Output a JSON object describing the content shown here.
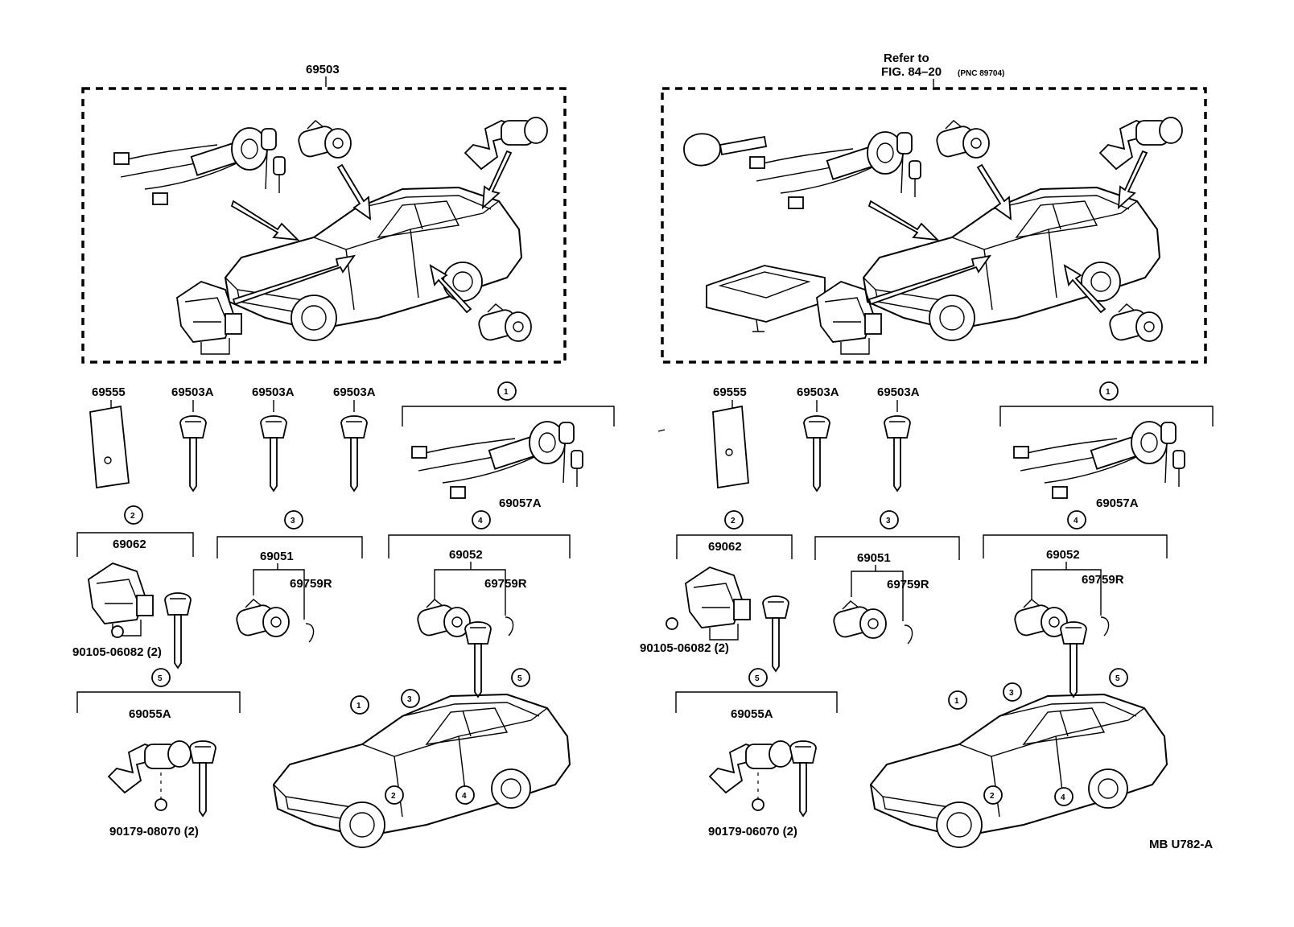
{
  "left": {
    "assembly_label": "69503",
    "labels": {
      "p69555": "69555",
      "p69503A_1": "69503A",
      "p69503A_2": "69503A",
      "p69503A_3": "69503A",
      "p69057A": "69057A",
      "p69062": "69062",
      "p69051": "69051",
      "p69759R_3": "69759R",
      "p69052": "69052",
      "p69759R_4": "69759R",
      "p90105": "90105-06082 (2)",
      "p69055A": "69055A",
      "p90179": "90179-08070 (2)"
    },
    "callouts": {
      "c1": "1",
      "c2": "2",
      "c3": "3",
      "c4": "4",
      "c5": "5",
      "car1": "1",
      "car2": "2",
      "car3": "3",
      "car4": "4",
      "car5": "5"
    }
  },
  "right": {
    "refer_line1": "Refer to",
    "refer_line2": "FIG. 84–20",
    "refer_pnc": "(PNC 89704)",
    "labels": {
      "p69555": "69555",
      "p69503A_1": "69503A",
      "p69503A_2": "69503A",
      "p69057A": "69057A",
      "p69062": "69062",
      "p69051": "69051",
      "p69759R_3": "69759R",
      "p69052": "69052",
      "p69759R_4": "69759R",
      "p90105": "90105-06082 (2)",
      "p69055A": "69055A",
      "p90179": "90179-06070 (2)"
    },
    "callouts": {
      "c1": "1",
      "c2": "2",
      "c3": "3",
      "c4": "4",
      "c5": "5",
      "car1": "1",
      "car2": "2",
      "car3": "3",
      "car4": "4",
      "car5": "5"
    }
  },
  "figure_code": "MB U782-A"
}
